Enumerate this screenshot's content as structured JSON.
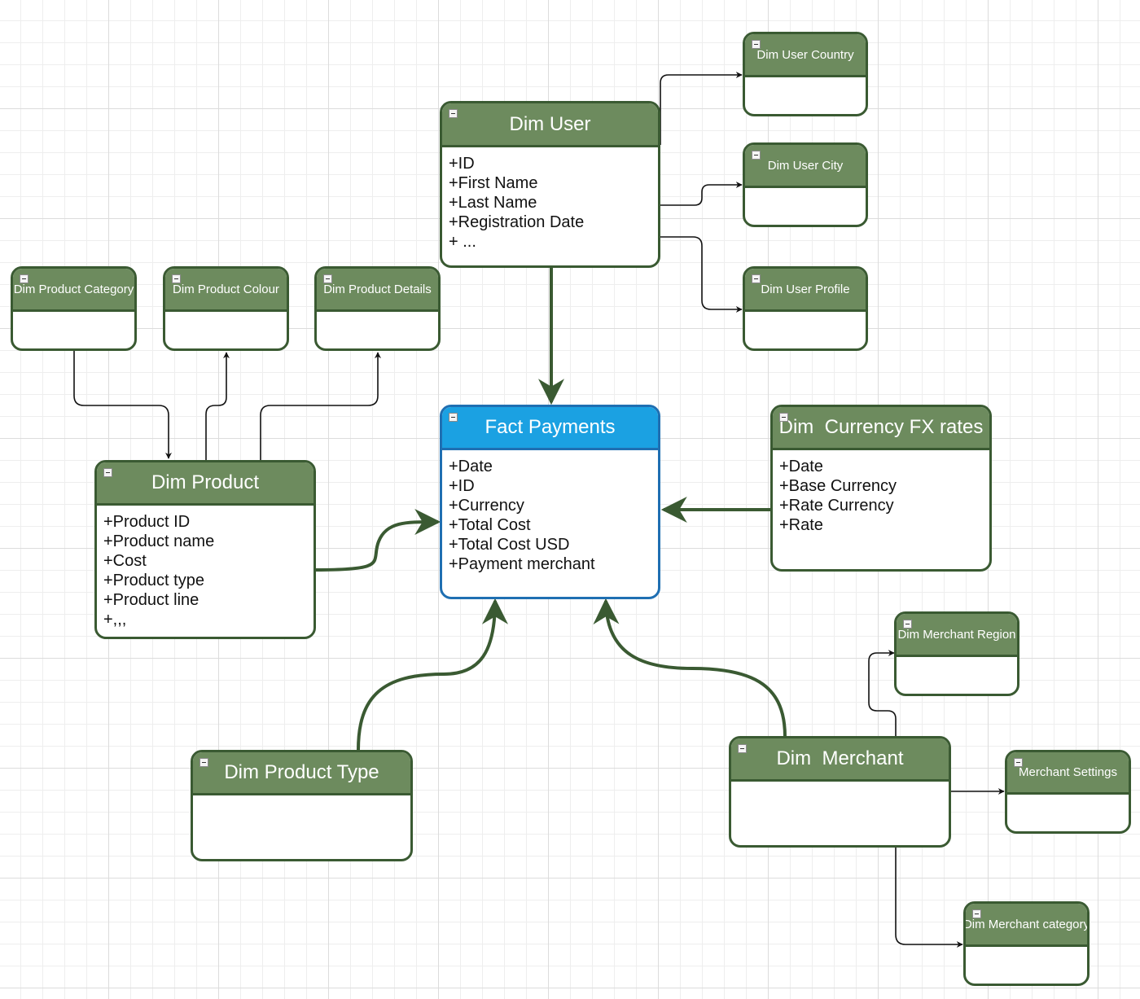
{
  "entities": {
    "dim_user": {
      "title": "Dim User",
      "attributes": [
        "+ID",
        "+First Name",
        "+Last Name",
        "+Registration Date",
        "+ ..."
      ]
    },
    "dim_user_country": {
      "title": "Dim User Country",
      "attributes": []
    },
    "dim_user_city": {
      "title": "Dim User City",
      "attributes": []
    },
    "dim_user_profile": {
      "title": "Dim User Profile",
      "attributes": []
    },
    "dim_product_category": {
      "title": "Dim Product Category",
      "attributes": []
    },
    "dim_product_colour": {
      "title": "Dim Product Colour",
      "attributes": []
    },
    "dim_product_details": {
      "title": "Dim Product Details",
      "attributes": []
    },
    "dim_product": {
      "title": "Dim Product",
      "attributes": [
        "+Product ID",
        "+Product name",
        "+Cost",
        "+Product type",
        "+Product line",
        "+,,,"
      ]
    },
    "fact_payments": {
      "title": "Fact Payments",
      "attributes": [
        "+Date",
        "+ID",
        "+Currency",
        "+Total Cost",
        "+Total Cost USD",
        "+Payment merchant"
      ]
    },
    "dim_currency_fx_rates": {
      "title": "Dim  Currency FX rates",
      "attributes": [
        "+Date",
        "+Base Currency",
        "+Rate Currency",
        "+Rate"
      ]
    },
    "dim_merchant_region": {
      "title": "Dim Merchant Region",
      "attributes": []
    },
    "dim_product_type": {
      "title": "Dim Product Type",
      "attributes": []
    },
    "dim_merchant": {
      "title": "Dim  Merchant",
      "attributes": []
    },
    "merchant_settings": {
      "title": "Merchant Settings",
      "attributes": []
    },
    "dim_merchant_category": {
      "title": "Dim Merchant category",
      "attributes": []
    }
  },
  "relationships": [
    {
      "from": "dim_user",
      "to": "dim_user_country"
    },
    {
      "from": "dim_user",
      "to": "dim_user_city"
    },
    {
      "from": "dim_user",
      "to": "dim_user_profile"
    },
    {
      "from": "dim_user",
      "to": "fact_payments"
    },
    {
      "from": "dim_product_category",
      "to": "dim_product"
    },
    {
      "from": "dim_product",
      "to": "dim_product_colour"
    },
    {
      "from": "dim_product",
      "to": "dim_product_details"
    },
    {
      "from": "dim_product",
      "to": "fact_payments"
    },
    {
      "from": "dim_currency_fx_rates",
      "to": "fact_payments"
    },
    {
      "from": "dim_product_type",
      "to": "fact_payments"
    },
    {
      "from": "dim_merchant",
      "to": "fact_payments"
    },
    {
      "from": "dim_merchant",
      "to": "dim_merchant_region"
    },
    {
      "from": "dim_merchant",
      "to": "merchant_settings"
    },
    {
      "from": "dim_merchant",
      "to": "dim_merchant_category"
    }
  ],
  "colors": {
    "dim_header": "#6d8b5e",
    "dim_border": "#3a5a32",
    "fact_header": "#1ba1e2",
    "fact_border": "#1f6fb2",
    "connector_thin": "#111111",
    "connector_thick": "#3a5a32"
  },
  "icons": {
    "collapse": "collapse-minus-icon"
  }
}
